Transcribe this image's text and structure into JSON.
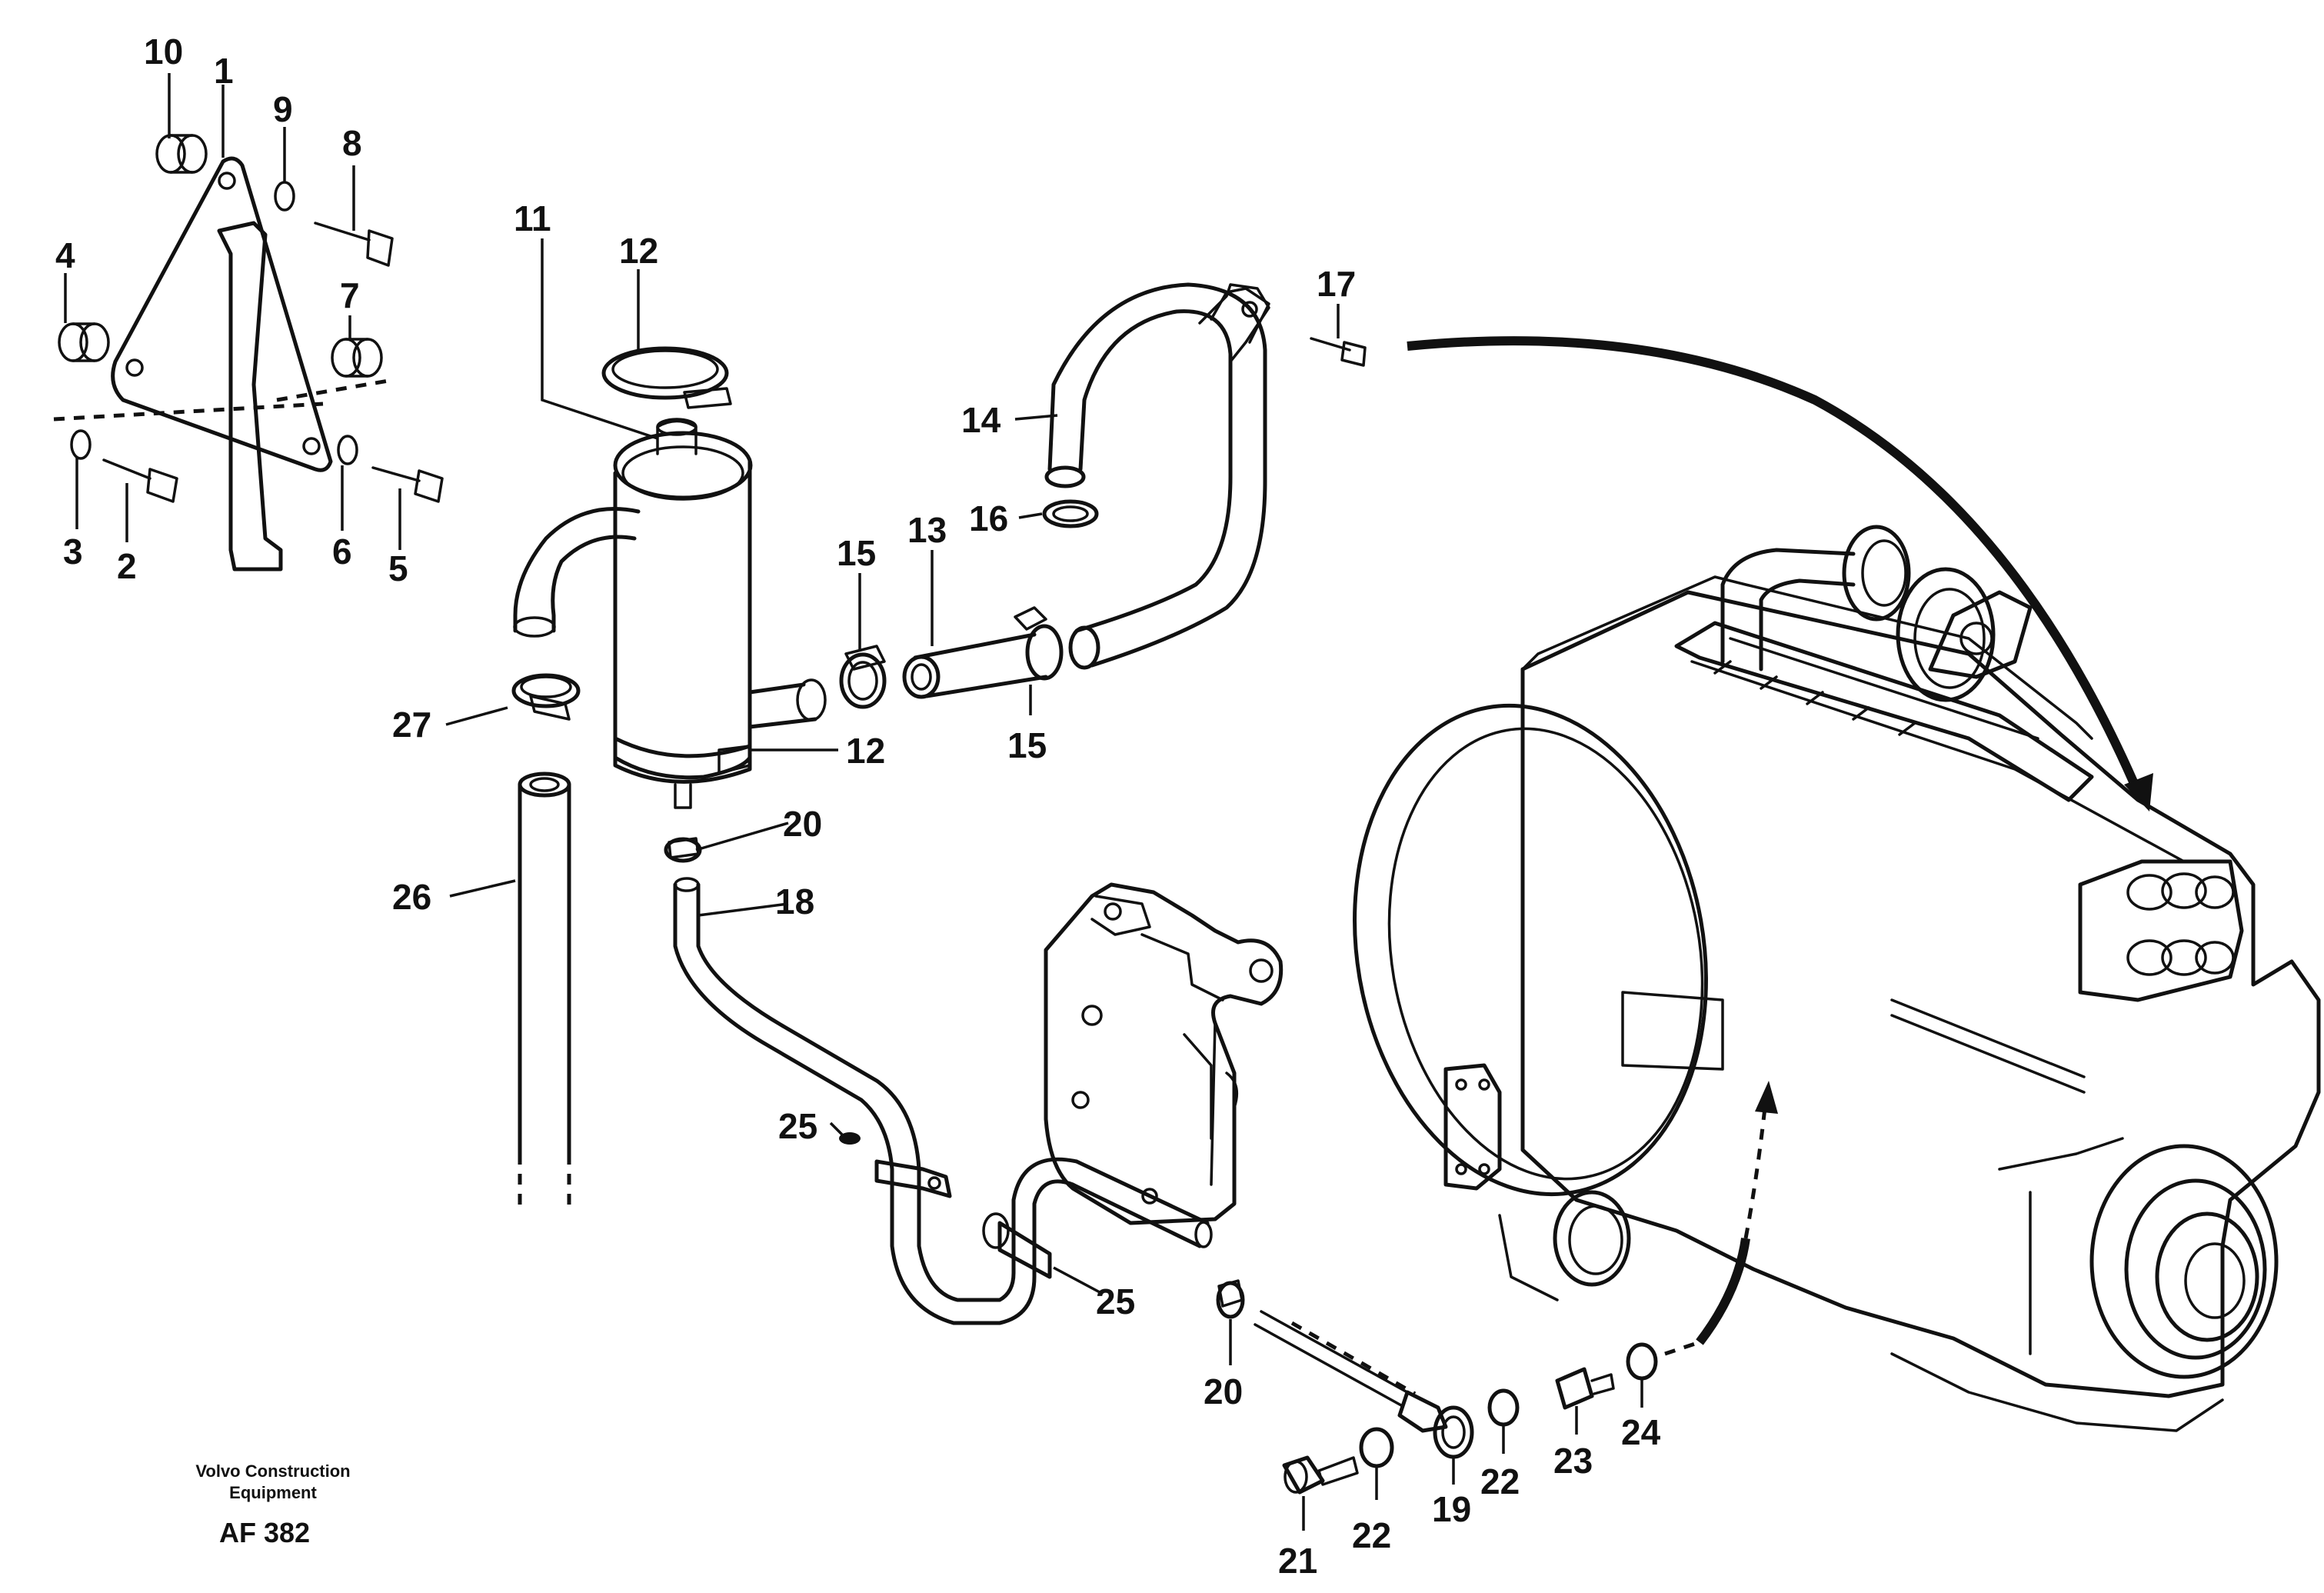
{
  "diagram": {
    "callouts": [
      {
        "id": "c10",
        "label": "10"
      },
      {
        "id": "c1",
        "label": "1"
      },
      {
        "id": "c9",
        "label": "9"
      },
      {
        "id": "c8",
        "label": "8"
      },
      {
        "id": "c4",
        "label": "4"
      },
      {
        "id": "c7",
        "label": "7"
      },
      {
        "id": "c3",
        "label": "3"
      },
      {
        "id": "c2",
        "label": "2"
      },
      {
        "id": "c6",
        "label": "6"
      },
      {
        "id": "c5",
        "label": "5"
      },
      {
        "id": "c11",
        "label": "11"
      },
      {
        "id": "c12a",
        "label": "12"
      },
      {
        "id": "c12b",
        "label": "12"
      },
      {
        "id": "c27",
        "label": "27"
      },
      {
        "id": "c26",
        "label": "26"
      },
      {
        "id": "c15a",
        "label": "15"
      },
      {
        "id": "c15b",
        "label": "15"
      },
      {
        "id": "c13",
        "label": "13"
      },
      {
        "id": "c14",
        "label": "14"
      },
      {
        "id": "c16",
        "label": "16"
      },
      {
        "id": "c17",
        "label": "17"
      },
      {
        "id": "c20a",
        "label": "20"
      },
      {
        "id": "c18",
        "label": "18"
      },
      {
        "id": "c25a",
        "label": "25"
      },
      {
        "id": "c25b",
        "label": "25"
      },
      {
        "id": "c20b",
        "label": "20"
      },
      {
        "id": "c21",
        "label": "21"
      },
      {
        "id": "c22a",
        "label": "22"
      },
      {
        "id": "c19",
        "label": "19"
      },
      {
        "id": "c22b",
        "label": "22"
      },
      {
        "id": "c23",
        "label": "23"
      },
      {
        "id": "c24",
        "label": "24"
      }
    ],
    "caption": {
      "line1": "Volvo Construction",
      "line2": "Equipment",
      "code": "AF 382"
    }
  }
}
